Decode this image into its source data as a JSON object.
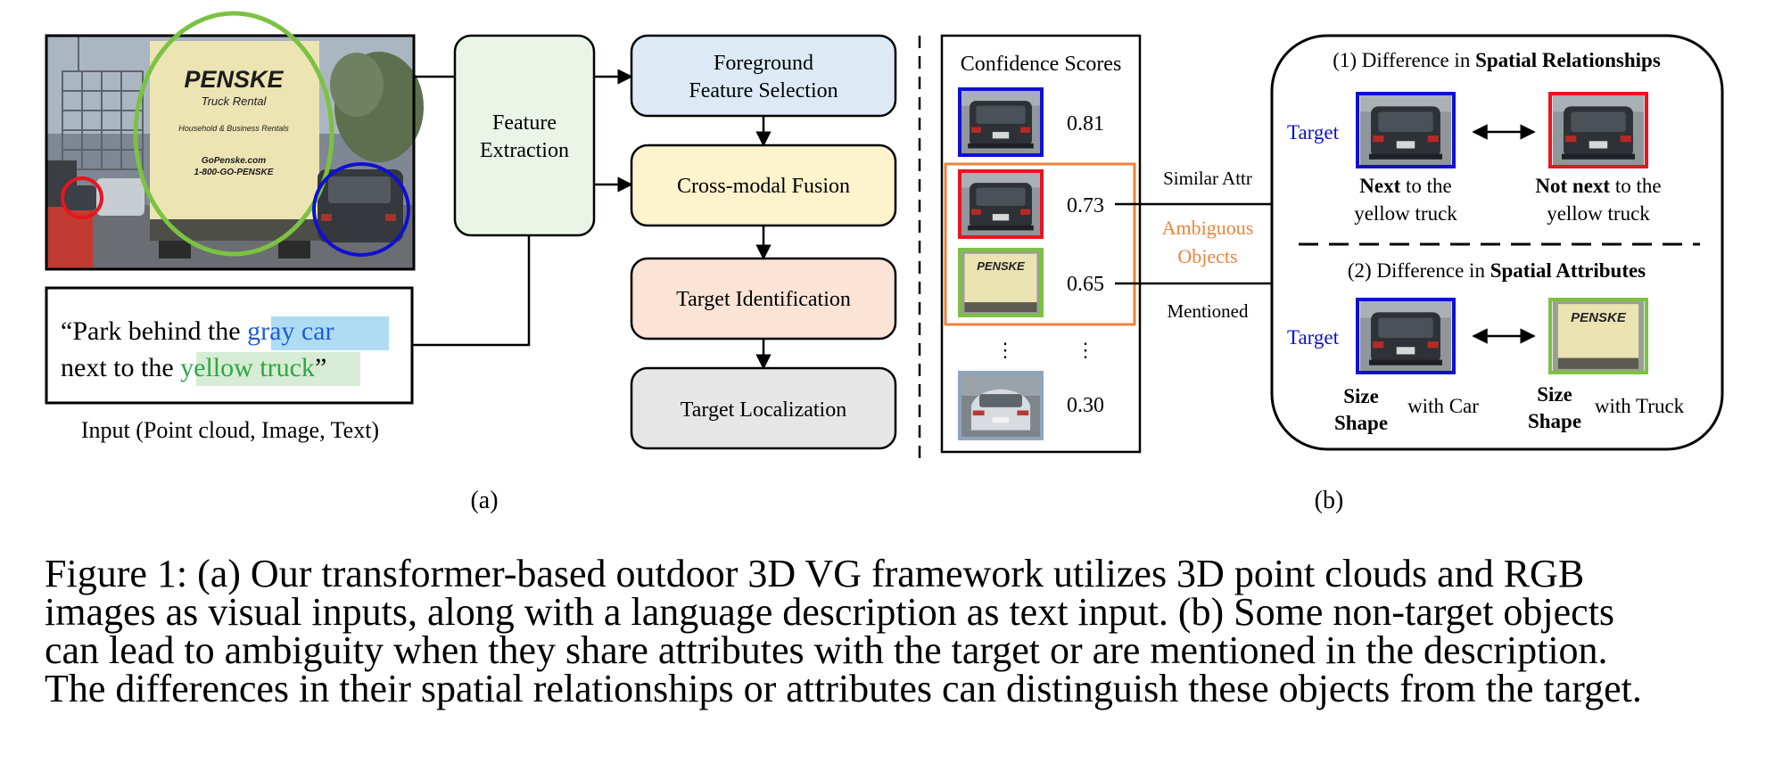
{
  "panel_a": {
    "pipeline": {
      "feature_extraction": [
        "Feature",
        "Extraction"
      ],
      "foreground": [
        "Foreground",
        "Feature Selection"
      ],
      "fusion": "Cross-modal Fusion",
      "identification": "Target Identification",
      "localization": "Target Localization"
    },
    "text_input": {
      "line1_pre": "“Park behind the ",
      "line1_hl": "gray car",
      "line2_pre": "next to the ",
      "line2_hl": "yellow truck",
      "line2_post": "”"
    },
    "truck_sign": {
      "brand": "PENSKE",
      "sub": "Truck Rental",
      "line3": "Household & Business Rentals",
      "line4": "GoPenske.com",
      "line5": "1-800-GO-PENSKE"
    },
    "input_caption": "Input (Point cloud, Image, Text)",
    "label": "(a)"
  },
  "panel_b": {
    "scores_title": "Confidence Scores",
    "scores": [
      "0.81",
      "0.73",
      "0.65",
      "0.30"
    ],
    "dots": "⋮",
    "similar_attr": "Similar Attr",
    "ambiguous": [
      "Ambiguous",
      "Objects"
    ],
    "mentioned": "Mentioned",
    "sec1": {
      "prefix": "(1) Difference in ",
      "bold": "Spatial Relationships"
    },
    "sec2": {
      "prefix": "(2) Difference in ",
      "bold": "Spatial Attributes"
    },
    "target_label": "Target",
    "next": {
      "bold": "Next",
      "rest": " to the",
      "line2": "yellow truck"
    },
    "not_next": {
      "bold": "Not next",
      "rest": " to the",
      "line2": "yellow truck"
    },
    "size": "Size",
    "shape": "Shape",
    "with_car": "with Car",
    "with_truck": "with Truck",
    "label": "(b)"
  },
  "caption": [
    "Figure 1: (a) Our transformer-based outdoor 3D VG framework utilizes 3D point clouds and RGB",
    "images as visual inputs, along with a language description as text input. (b) Some non-target objects",
    "can lead to ambiguity when they share attributes with the target or are mentioned in the description.",
    "The differences in their spatial relationships or attributes can distinguish these objects from the target."
  ],
  "colors": {
    "blue": "#1010d0",
    "red": "#e8141e",
    "green": "#7cc242",
    "orange": "#f0823c",
    "box_green": "#eaf5e8",
    "box_blue": "#ddeaf6",
    "box_yellow": "#fdf3cc",
    "box_peach": "#fbe3d6",
    "box_gray": "#e6e6e6",
    "hl_blue": "#aedcf2",
    "hl_green": "#d7ecd4",
    "text_blue": "#1e5fd6",
    "text_green": "#2aa845"
  }
}
